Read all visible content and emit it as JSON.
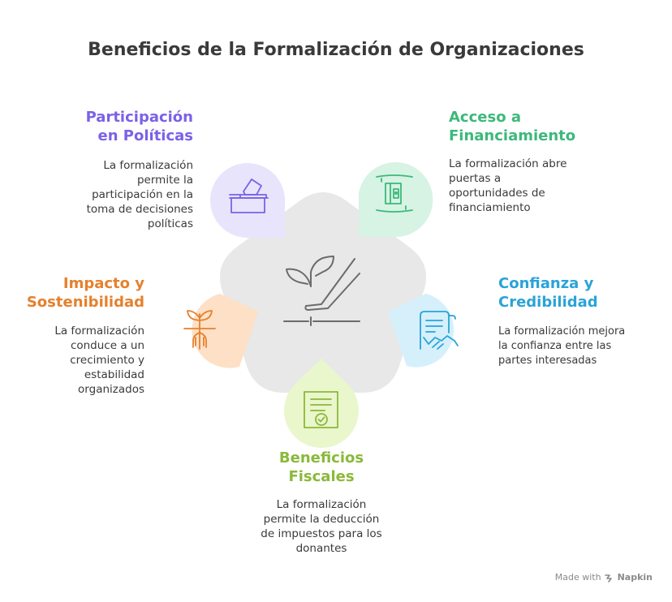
{
  "title": "Beneficios de la Formalización de Organizaciones",
  "colors": {
    "participacion": "#7b61e8",
    "acceso": "#3cb97a",
    "confianza": "#2aa3d8",
    "beneficios": "#8ab93a",
    "impacto": "#e5812d",
    "center": "#e8e8e8",
    "icon_stroke": "#6b6b6b"
  },
  "items": {
    "participacion": {
      "heading_line1": "Participación",
      "heading_line2": "en Políticas",
      "desc_line1": "La formalización",
      "desc_line2": "permite la",
      "desc_line3": "participación en la",
      "desc_line4": "toma de decisiones",
      "desc_line5": "políticas",
      "icon": "ballot-box-icon"
    },
    "acceso": {
      "heading_line1": "Acceso a",
      "heading_line2": "Financiamiento",
      "desc_line1": "La formalización abre",
      "desc_line2": "puertas a",
      "desc_line3": "oportunidades de",
      "desc_line4": "financiamiento",
      "icon": "wallet-icon"
    },
    "confianza": {
      "heading_line1": "Confianza y",
      "heading_line2": "Credibilidad",
      "desc_line1": "La formalización mejora",
      "desc_line2": "la confianza entre las",
      "desc_line3": "partes interesadas",
      "icon": "contract-handshake-icon"
    },
    "beneficios": {
      "heading_line1": "Beneficios",
      "heading_line2": "Fiscales",
      "desc_line1": "La formalización",
      "desc_line2": "permite la deducción",
      "desc_line3": "de impuestos para los",
      "desc_line4": "donantes",
      "icon": "certificate-icon"
    },
    "impacto": {
      "heading_line1": "Impacto y",
      "heading_line2": "Sostenibilidad",
      "desc_line1": "La formalización",
      "desc_line2": "conduce a un",
      "desc_line3": "crecimiento y",
      "desc_line4": "estabilidad",
      "desc_line5": "organizados",
      "icon": "sprout-roots-icon"
    }
  },
  "center_icon": "hand-plant-icon",
  "footer": {
    "made_with": "Made with",
    "brand": "Napkin"
  }
}
